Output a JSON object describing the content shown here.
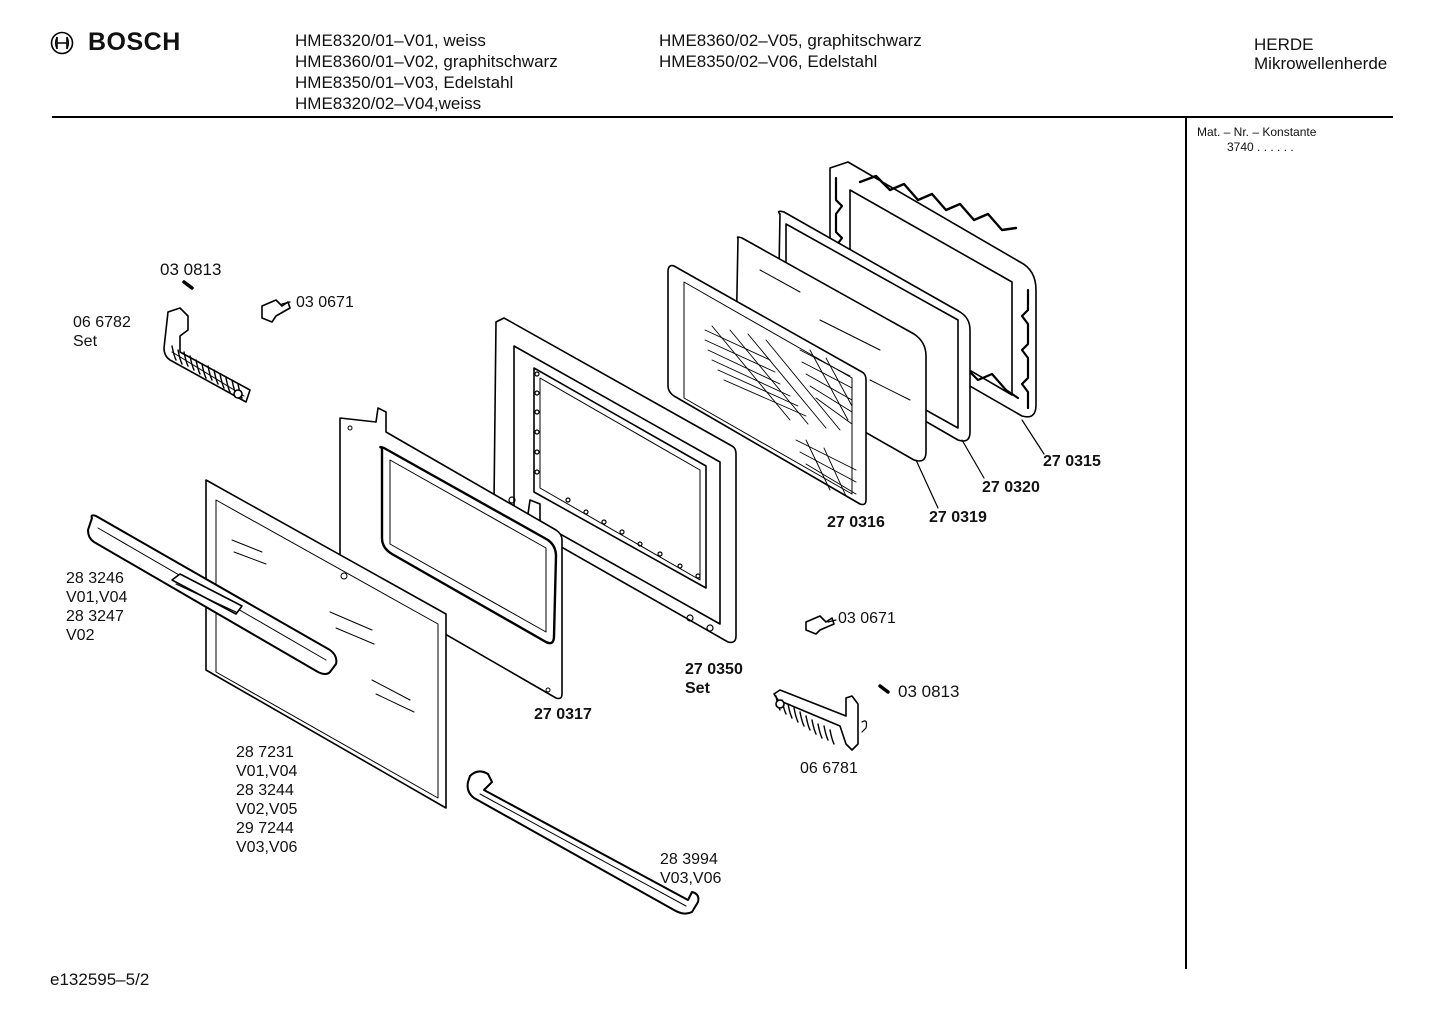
{
  "header": {
    "brand": "BOSCH",
    "models_col1": [
      "HME8320/01–V01, weiss",
      "HME8360/01–V02, graphitschwarz",
      "HME8350/01–V03, Edelstahl",
      "HME8320/02–V04,weiss"
    ],
    "models_col2": [
      "HME8360/02–V05, graphitschwarz",
      "HME8350/02–V06, Edelstahl"
    ],
    "category_line1": "HERDE",
    "category_line2": "Mikrowellenherde"
  },
  "side_panel": {
    "label": "Mat. – Nr. – Konstante",
    "value": "3740  .  .   .  .  .  ."
  },
  "parts": [
    {
      "lines": [
        "03 0813"
      ],
      "bold": false
    },
    {
      "lines": [
        "03 0671"
      ],
      "bold": false
    },
    {
      "lines": [
        "06 6782",
        "Set"
      ],
      "bold": false
    },
    {
      "lines": [
        "27 0315"
      ],
      "bold": true
    },
    {
      "lines": [
        "27 0320"
      ],
      "bold": true
    },
    {
      "lines": [
        "27 0316"
      ],
      "bold": true
    },
    {
      "lines": [
        "27 0319"
      ],
      "bold": true
    },
    {
      "lines": [
        "28 3246",
        "V01,V04",
        "28 3247",
        "V02"
      ],
      "bold": false
    },
    {
      "lines": [
        "03 0671"
      ],
      "bold": false
    },
    {
      "lines": [
        "27 0350",
        "Set"
      ],
      "bold": true
    },
    {
      "lines": [
        "03 0813"
      ],
      "bold": false
    },
    {
      "lines": [
        "27 0317"
      ],
      "bold": true
    },
    {
      "lines": [
        "06 6781"
      ],
      "bold": false
    },
    {
      "lines": [
        "28 7231",
        "V01,V04",
        "28 3244",
        "V02,V05",
        "29 7244",
        "V03,V06"
      ],
      "bold": false
    },
    {
      "lines": [
        "28 3994",
        "V03,V06"
      ],
      "bold": false
    }
  ],
  "footer": {
    "code": "e132595–5/2"
  }
}
